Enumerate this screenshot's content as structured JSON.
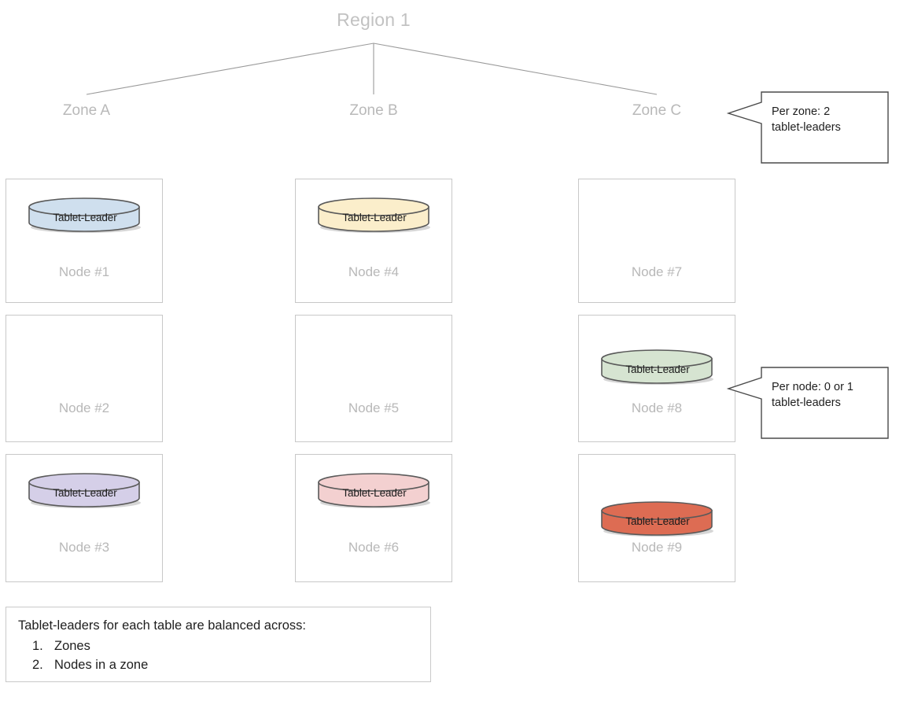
{
  "diagram": {
    "title": "Region 1",
    "zones": [
      {
        "label": "Zone A"
      },
      {
        "label": "Zone B"
      },
      {
        "label": "Zone C"
      }
    ],
    "nodes": [
      {
        "label": "Node #1",
        "leader_label": "Tablet-Leader",
        "has_leader": true,
        "fill": "#cfdfee",
        "stroke": "#5a5a5a",
        "col": 0,
        "row": 0
      },
      {
        "label": "Node #2",
        "leader_label": "",
        "has_leader": false,
        "fill": "",
        "stroke": "",
        "col": 0,
        "row": 1
      },
      {
        "label": "Node #3",
        "leader_label": "Tablet-Leader",
        "has_leader": true,
        "fill": "#d5cfe8",
        "stroke": "#5a5a5a",
        "col": 0,
        "row": 2
      },
      {
        "label": "Node #4",
        "leader_label": "Tablet-Leader",
        "has_leader": true,
        "fill": "#fbeecb",
        "stroke": "#5a5a5a",
        "col": 1,
        "row": 0
      },
      {
        "label": "Node #5",
        "leader_label": "",
        "has_leader": false,
        "fill": "",
        "stroke": "",
        "col": 1,
        "row": 1
      },
      {
        "label": "Node #6",
        "leader_label": "Tablet-Leader",
        "has_leader": true,
        "fill": "#f3d0d0",
        "stroke": "#5a5a5a",
        "col": 1,
        "row": 2
      },
      {
        "label": "Node #7",
        "leader_label": "",
        "has_leader": false,
        "fill": "",
        "stroke": "",
        "col": 2,
        "row": 0
      },
      {
        "label": "Node #8",
        "leader_label": "Tablet-Leader",
        "has_leader": true,
        "fill": "#d6e4d1",
        "stroke": "#5a5a5a",
        "col": 2,
        "row": 1
      },
      {
        "label": "Node #9",
        "leader_label": "Tablet-Leader",
        "has_leader": true,
        "fill": "#dd6c53",
        "stroke": "#5a5a5a",
        "col": 2,
        "row": 2
      }
    ],
    "callouts": [
      {
        "line1": "Per zone: 2",
        "line2": "tablet-leaders"
      },
      {
        "line1": "Per node: 0 or 1",
        "line2": "tablet-leaders"
      }
    ],
    "legend": {
      "title": "Tablet-leaders for each table are balanced across:",
      "items": [
        {
          "num": "1.",
          "text": "Zones"
        },
        {
          "num": "2.",
          "text": "Nodes in a zone"
        }
      ]
    },
    "colors": {
      "box_stroke": "#c8c8c8",
      "muted_text": "#b8b8b8",
      "body_text": "#1e1e1e",
      "tree_line": "#9a9a9a",
      "callout_stroke": "#4a4a4a"
    }
  }
}
